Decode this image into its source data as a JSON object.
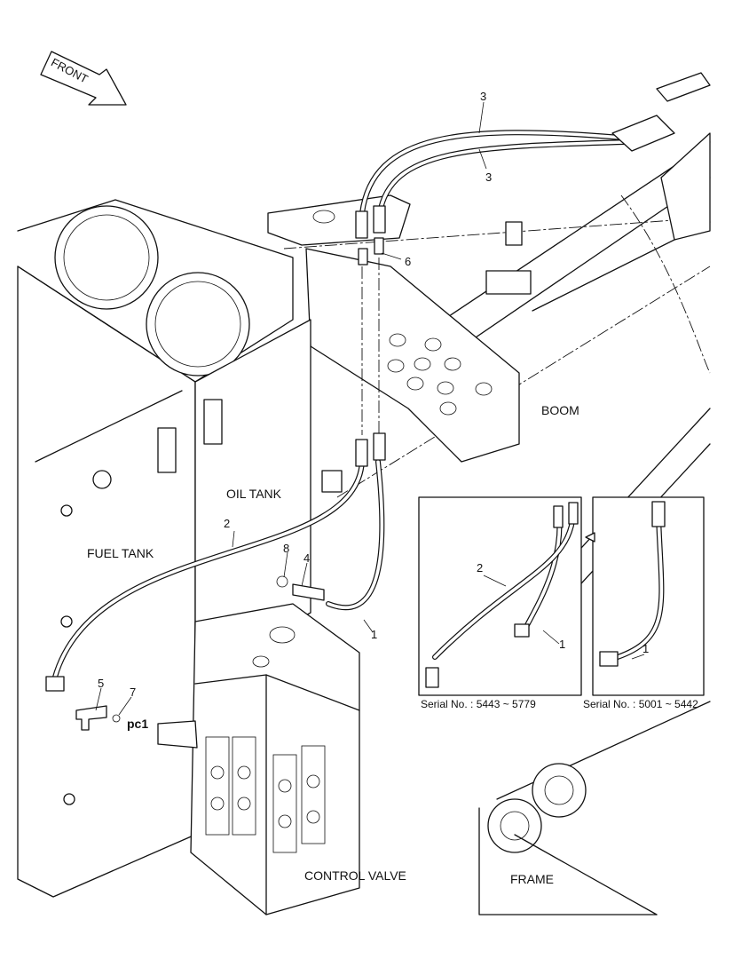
{
  "arrow": {
    "label": "FRONT"
  },
  "labels": {
    "boom": "BOOM",
    "oil_tank": "OIL TANK",
    "fuel_tank": "FUEL TANK",
    "control_valve": "CONTROL VALVE",
    "frame": "FRAME",
    "port": "pc1"
  },
  "callouts": {
    "c3a": "3",
    "c3b": "3",
    "c6": "6",
    "c2": "2",
    "c8": "8",
    "c4": "4",
    "c1": "1",
    "c5": "5",
    "c7": "7"
  },
  "inset_left": {
    "caption": "Serial No. : 5443 ~ 5779",
    "c2": "2",
    "c1": "1"
  },
  "inset_right": {
    "caption": "Serial No. : 5001 ~ 5442",
    "c1": "1"
  }
}
